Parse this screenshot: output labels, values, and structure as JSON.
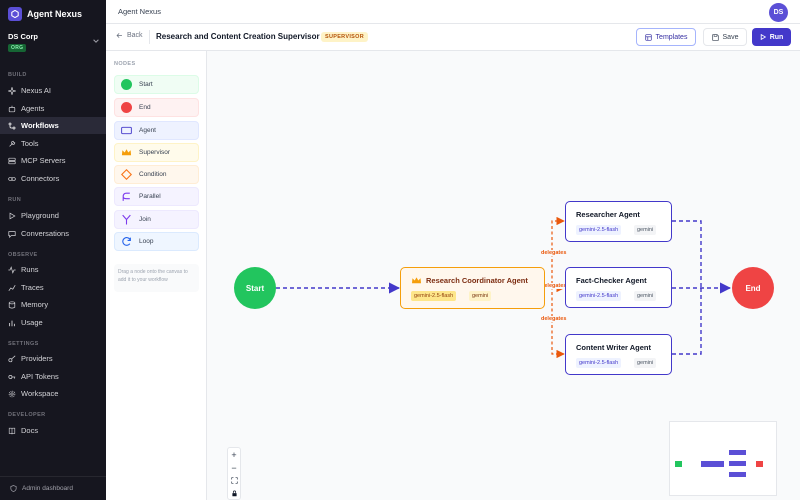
{
  "app": {
    "name": "Agent Nexus"
  },
  "org": {
    "name": "DS Corp",
    "badge": "ORG"
  },
  "sidebar": {
    "sections": [
      {
        "label": "BUILD",
        "items": [
          {
            "label": "Nexus AI",
            "icon": "sparkle-icon"
          },
          {
            "label": "Agents",
            "icon": "bot-icon"
          },
          {
            "label": "Workflows",
            "icon": "workflow-icon",
            "active": true
          },
          {
            "label": "Tools",
            "icon": "wrench-icon"
          },
          {
            "label": "MCP Servers",
            "icon": "server-icon"
          },
          {
            "label": "Connectors",
            "icon": "link-icon"
          }
        ]
      },
      {
        "label": "RUN",
        "items": [
          {
            "label": "Playground",
            "icon": "play-icon"
          },
          {
            "label": "Conversations",
            "icon": "chat-icon"
          }
        ]
      },
      {
        "label": "OBSERVE",
        "items": [
          {
            "label": "Runs",
            "icon": "activity-icon"
          },
          {
            "label": "Traces",
            "icon": "trace-icon"
          },
          {
            "label": "Memory",
            "icon": "database-icon"
          },
          {
            "label": "Usage",
            "icon": "bar-chart-icon"
          }
        ]
      },
      {
        "label": "SETTINGS",
        "items": [
          {
            "label": "Providers",
            "icon": "key-icon"
          },
          {
            "label": "API Tokens",
            "icon": "token-icon"
          },
          {
            "label": "Workspace",
            "icon": "gear-icon"
          }
        ]
      },
      {
        "label": "DEVELOPER",
        "items": [
          {
            "label": "Docs",
            "icon": "book-icon"
          }
        ]
      }
    ],
    "footer": "Admin dashboard"
  },
  "topbar": {
    "title": "Agent Nexus",
    "avatar": "DS"
  },
  "workflow": {
    "back": "Back",
    "title": "Research and Content Creation Supervisor",
    "badge": "SUPERVISOR",
    "templates": "Templates",
    "save": "Save",
    "run": "Run"
  },
  "palette": {
    "label": "NODES",
    "items": [
      {
        "label": "Start",
        "icon": "start-circle-icon"
      },
      {
        "label": "End",
        "icon": "end-circle-icon"
      },
      {
        "label": "Agent",
        "icon": "agent-box-icon"
      },
      {
        "label": "Supervisor",
        "icon": "crown-icon"
      },
      {
        "label": "Condition",
        "icon": "diamond-icon"
      },
      {
        "label": "Parallel",
        "icon": "parallel-icon"
      },
      {
        "label": "Join",
        "icon": "join-icon"
      },
      {
        "label": "Loop",
        "icon": "loop-icon"
      }
    ],
    "hint": "Drag a node onto the canvas to add it to your workflow"
  },
  "canvas": {
    "start": "Start",
    "end": "End",
    "supervisor": {
      "title": "Research Coordinator Agent",
      "model": "gemini-2.5-flash",
      "provider": "gemini"
    },
    "agents": [
      {
        "title": "Researcher Agent",
        "model": "gemini-2.5-flash",
        "provider": "gemini"
      },
      {
        "title": "Fact-Checker Agent",
        "model": "gemini-2.5-flash",
        "provider": "gemini"
      },
      {
        "title": "Content Writer Agent",
        "model": "gemini-2.5-flash",
        "provider": "gemini"
      }
    ],
    "edge_label": "delegates",
    "zoom": {
      "in": "+",
      "out": "−"
    }
  },
  "colors": {
    "accent": "#4338ca",
    "start": "#22c55e",
    "end": "#ef4444",
    "supervisor": "#f59e0b",
    "delegate": "#ea580c"
  }
}
